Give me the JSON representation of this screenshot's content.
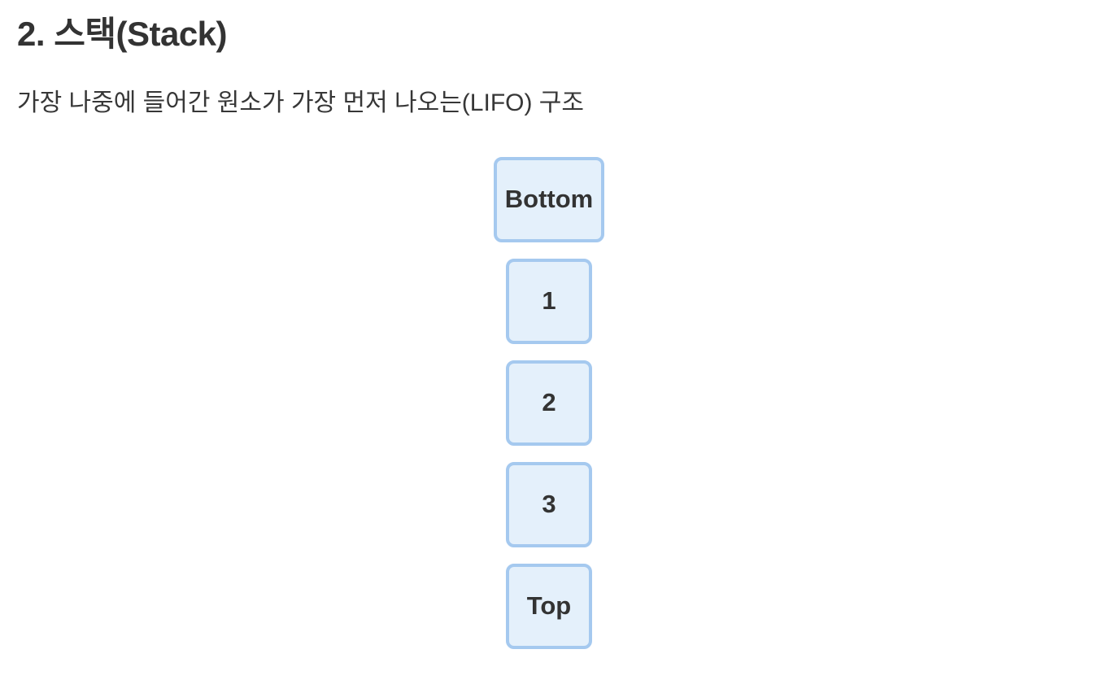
{
  "page": {
    "title": "2. 스택(Stack)",
    "subtitle": "가장 나중에 들어간 원소가 가장 먼저 나오는(LIFO) 구조"
  },
  "stack": {
    "boxes": [
      "Bottom",
      "1",
      "2",
      "3",
      "Top"
    ],
    "colors": {
      "box_background": "#e4f0fb",
      "box_border": "#a5c9ef",
      "text": "#333333"
    }
  }
}
